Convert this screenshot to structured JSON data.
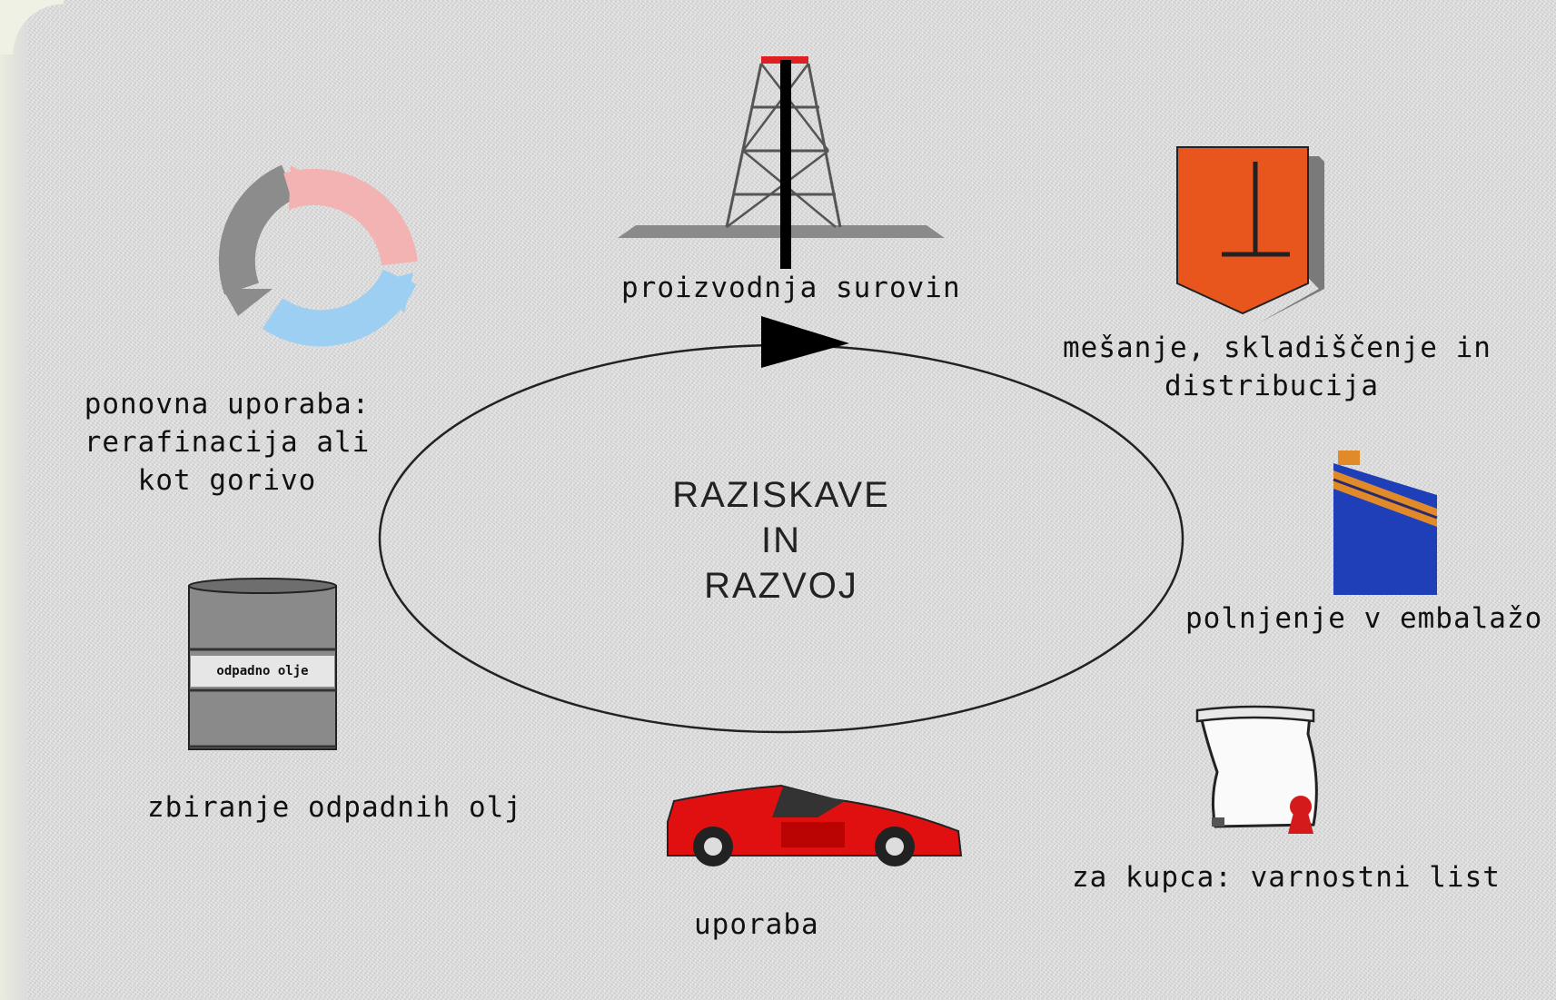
{
  "center": {
    "line1": "RAZISKAVE",
    "line2": "IN",
    "line3": "RAZVOJ"
  },
  "stages": {
    "production": "proizvodnja surovin",
    "blending_line1": "mešanje, skladiščenje in",
    "blending_line2": "distribucija",
    "packaging": "polnjenje v embalažo",
    "customer": "za kupca: varnostni list",
    "use": "uporaba",
    "collection": "zbiranje odpadnih olj",
    "reuse_line1": "ponovna uporaba:",
    "reuse_line2": "rerafinacija ali",
    "reuse_line3": "kot gorivo"
  },
  "barrel_label": "odpadno olje",
  "icons": {
    "recycle": "recycle-arrows-icon",
    "derrick": "oil-derrick-icon",
    "tank": "storage-tank-icon",
    "canister": "oil-canister-icon",
    "scroll": "certificate-scroll-icon",
    "car": "sports-car-icon",
    "barrel": "oil-barrel-icon"
  },
  "colors": {
    "tank": "#e8561e",
    "canister": "#1f3fb8",
    "canister_stripe": "#e08a2a",
    "car": "#e01010",
    "recycle_grey": "#8c8c8c",
    "recycle_pink": "#f4b3b3",
    "recycle_blue": "#9ccff2"
  }
}
